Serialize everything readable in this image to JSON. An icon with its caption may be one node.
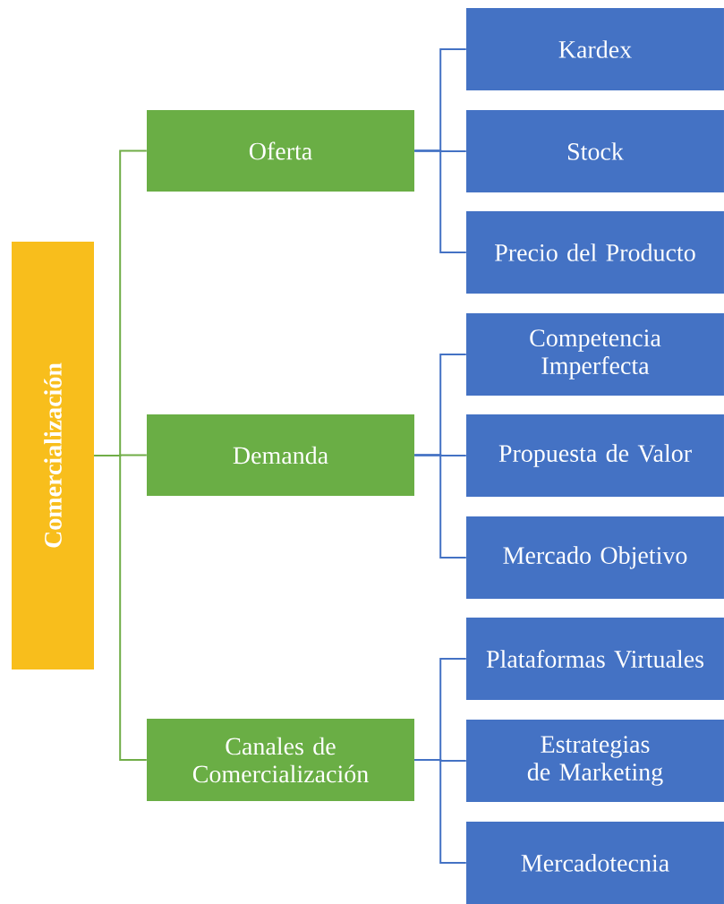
{
  "diagram": {
    "nodes": [
      {
        "text": [
          "Comercialización"
        ]
      },
      {
        "text": [
          "Oferta"
        ]
      },
      {
        "text": [
          "Kardex"
        ]
      },
      {
        "text": [
          "Stock"
        ]
      },
      {
        "text": [
          "Precio del Producto"
        ]
      },
      {
        "text": [
          "Demanda"
        ]
      },
      {
        "text": [
          "Competencia Imperfecta"
        ]
      },
      {
        "text": [
          "Propuesta de Valor"
        ]
      },
      {
        "text": [
          "Mercado Objetivo"
        ]
      },
      {
        "text": [
          "Canales de Comercialización"
        ]
      },
      {
        "text": [
          "Plataformas Virtuales"
        ]
      },
      {
        "text": [
          "Estrategias de Marketing"
        ]
      },
      {
        "text": [
          "Mercadotecnia"
        ]
      }
    ],
    "edges": [
      {
        "from": 0,
        "to": 1,
        "arrow": "none",
        "color": "#70ad47"
      },
      {
        "from": 0,
        "to": 5,
        "arrow": "none",
        "color": "#70ad47"
      },
      {
        "from": 0,
        "to": 9,
        "arrow": "none",
        "color": "#70ad47"
      },
      {
        "from": 1,
        "to": 2,
        "arrow": "none"
      },
      {
        "from": 1,
        "to": 3,
        "arrow": "none"
      },
      {
        "from": 1,
        "to": 4,
        "arrow": "none"
      },
      {
        "from": 5,
        "to": 6,
        "arrow": "none"
      },
      {
        "from": 5,
        "to": 7,
        "arrow": "none"
      },
      {
        "from": 5,
        "to": 8,
        "arrow": "none"
      },
      {
        "from": 9,
        "to": 10,
        "arrow": "none"
      },
      {
        "from": 9,
        "to": 11,
        "arrow": "none"
      },
      {
        "from": 9,
        "to": 12,
        "arrow": "none"
      }
    ]
  }
}
